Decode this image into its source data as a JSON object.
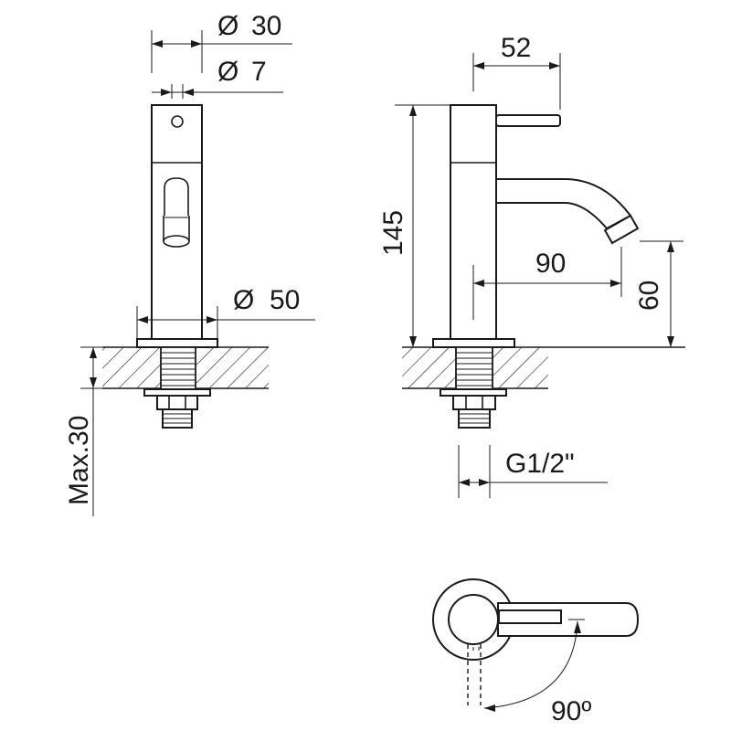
{
  "front_view": {
    "dia_spout": "30",
    "dia_handle": "7",
    "dia_base": "50",
    "max_thickness": "Max.30"
  },
  "side_view": {
    "depth_top": "52",
    "height": "145",
    "reach": "90",
    "spout_height": "60",
    "thread": "G1/2\""
  },
  "top_view": {
    "rotation_angle": "90º"
  },
  "symbols": {
    "diameter": "Ø"
  }
}
